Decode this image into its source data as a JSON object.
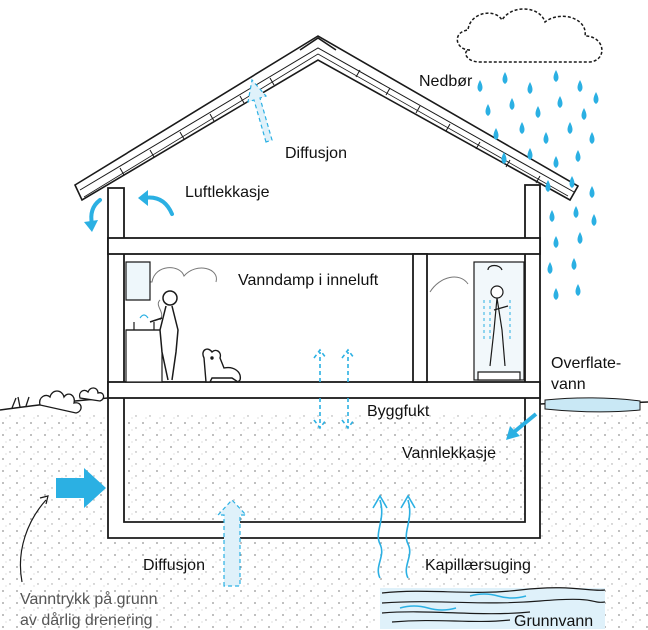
{
  "labels": {
    "nedbor": "Nedbør",
    "diffusjon_roof": "Diffusjon",
    "luftlekkasje": "Luftlekkasje",
    "vanndamp": "Vanndamp i inneluft",
    "overflatevann_1": "Overflate-",
    "overflatevann_2": "vann",
    "byggfukt": "Byggfukt",
    "vannlekkasje": "Vannlekkasje",
    "diffusjon_ground": "Diffusjon",
    "kapillaersuging": "Kapillærsuging",
    "vanntrykk_1": "Vanntrykk på grunn",
    "vanntrykk_2": "av dårlig drenering",
    "grunnvann": "Grunnvann"
  },
  "colors": {
    "arrow": "#2bb0e3",
    "outline": "#1a1a1a",
    "label_gray": "#555555"
  }
}
